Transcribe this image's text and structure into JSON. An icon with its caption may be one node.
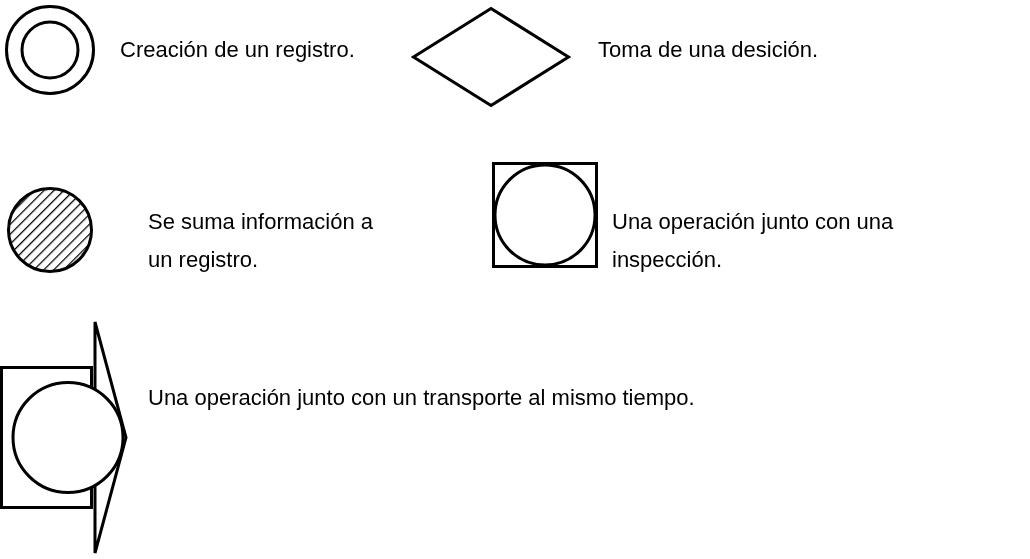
{
  "diagram": {
    "legend": [
      {
        "text": "Creación de un registro."
      },
      {
        "text": "Toma de una desición."
      },
      {
        "text": "Se suma información a un registro."
      },
      {
        "text": "Una operación junto con una inspección."
      },
      {
        "text": "Una operación junto con un transporte al mismo tiempo."
      }
    ]
  }
}
